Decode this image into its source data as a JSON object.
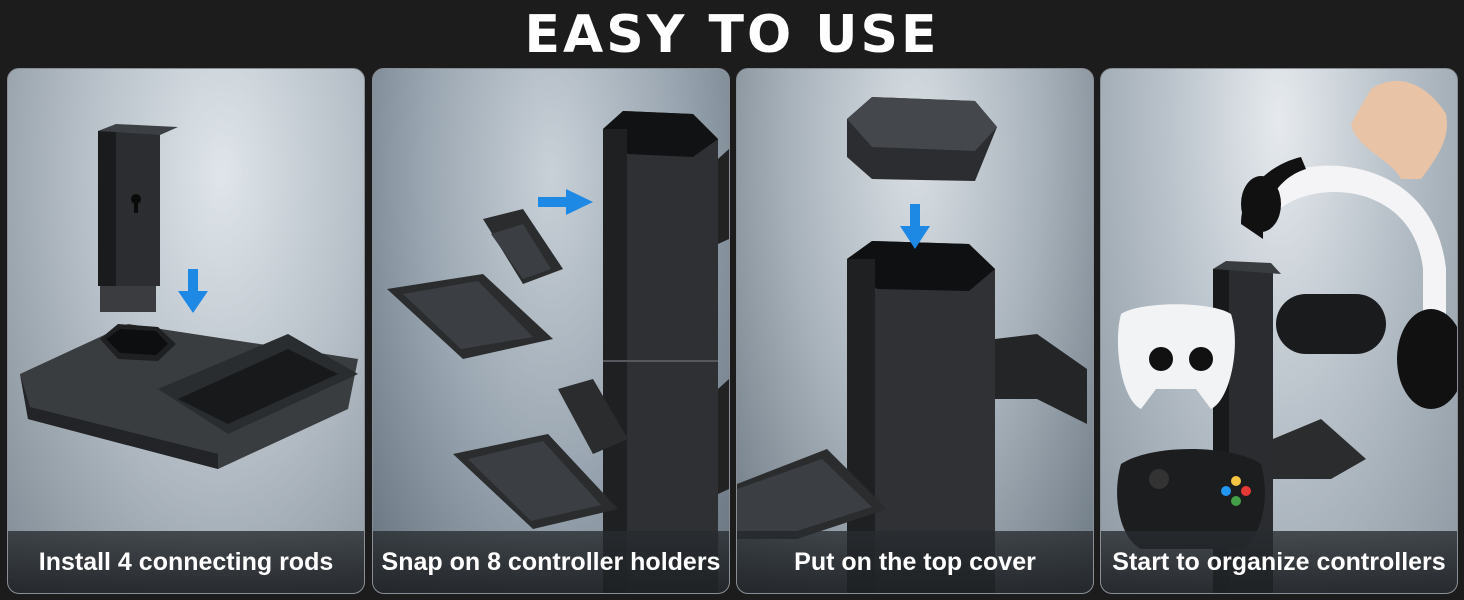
{
  "header": {
    "title": "EASY TO USE"
  },
  "colors": {
    "background": "#1c1c1c",
    "accent_arrow": "#1e88e5",
    "caption_text": "#ffffff"
  },
  "steps": [
    {
      "caption": "Install 4 connecting rods",
      "icon": "down-arrow-icon"
    },
    {
      "caption": "Snap on 8 controller holders",
      "icon": "right-arrow-icon"
    },
    {
      "caption": "Put on the top cover",
      "icon": "down-arrow-icon"
    },
    {
      "caption": "Start to organize controllers"
    }
  ]
}
